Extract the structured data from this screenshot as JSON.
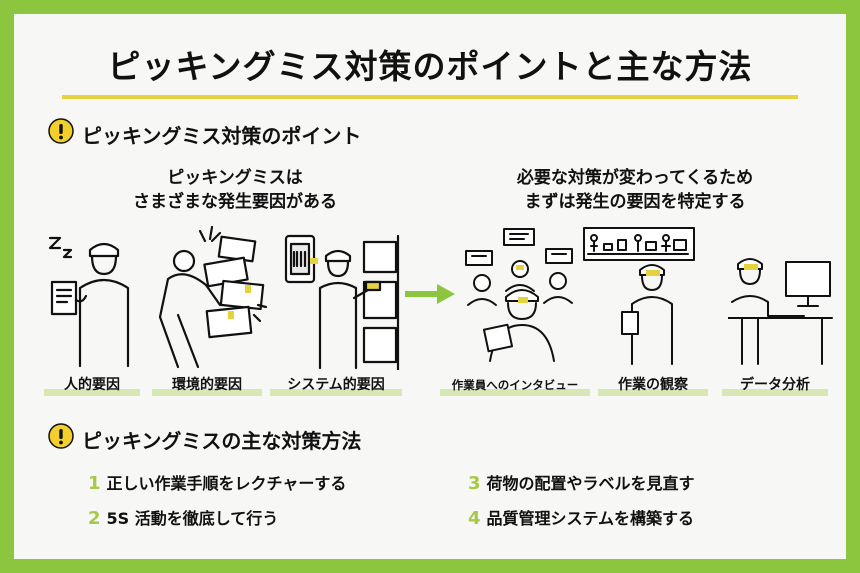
{
  "title": "ピッキングミス対策のポイントと主な方法",
  "section1": {
    "heading": "ピッキングミス対策のポイント",
    "left_text": [
      "ピッキングミスは",
      "さまざまな発生要因がある"
    ],
    "right_text": [
      "必要な対策が変わってくるため",
      "まずは発生の要因を特定する"
    ],
    "causes": [
      "人的要因",
      "環境的要因",
      "システム的要因"
    ],
    "methods": [
      "作業員へのインタビュー",
      "作業の観察",
      "データ分析"
    ]
  },
  "section2": {
    "heading": "ピッキングミスの主な対策方法",
    "items": [
      {
        "num": "1",
        "text": "正しい作業手順をレクチャーする"
      },
      {
        "num": "2",
        "text": "5S 活動を徹底して行う"
      },
      {
        "num": "3",
        "text": "荷物の配置やラベルを見直す"
      },
      {
        "num": "4",
        "text": "品質管理システムを構築する"
      }
    ]
  },
  "colors": {
    "frame": "#8cc63f",
    "accent_yellow": "#e6d23c",
    "number_green": "#a6c947",
    "label_underline": "#d8e8b4"
  }
}
